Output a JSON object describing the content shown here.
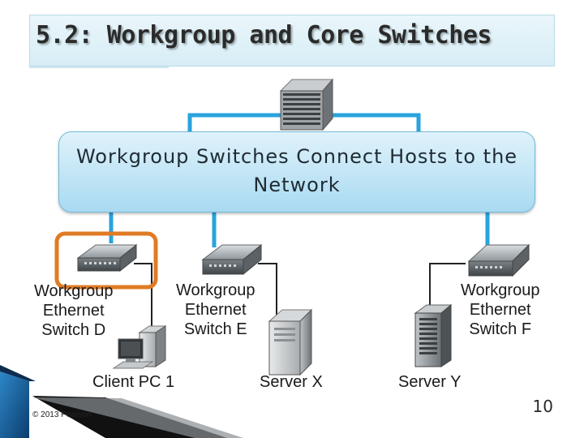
{
  "slide": {
    "title": "5.2: Workgroup and Core Switches",
    "callout": "Workgroup Switches Connect Hosts to the Network",
    "copyright": "© 2013 Pearson",
    "page_number": "10"
  },
  "devices": {
    "switch_d": {
      "line1": "Workgroup",
      "line2": "Ethernet",
      "line3": "Switch D"
    },
    "switch_e": {
      "line1": "Workgroup",
      "line2": "Ethernet",
      "line3": "Switch E"
    },
    "switch_f": {
      "line1": "Workgroup",
      "line2": "Ethernet",
      "line3": "Switch F"
    },
    "client_pc": "Client PC 1",
    "server_x": "Server X",
    "server_y": "Server Y"
  },
  "colors": {
    "link": "#29a3dd",
    "highlight": "#e07b25",
    "callout_top": "#dff2fb",
    "callout_bottom": "#a9daf1"
  }
}
